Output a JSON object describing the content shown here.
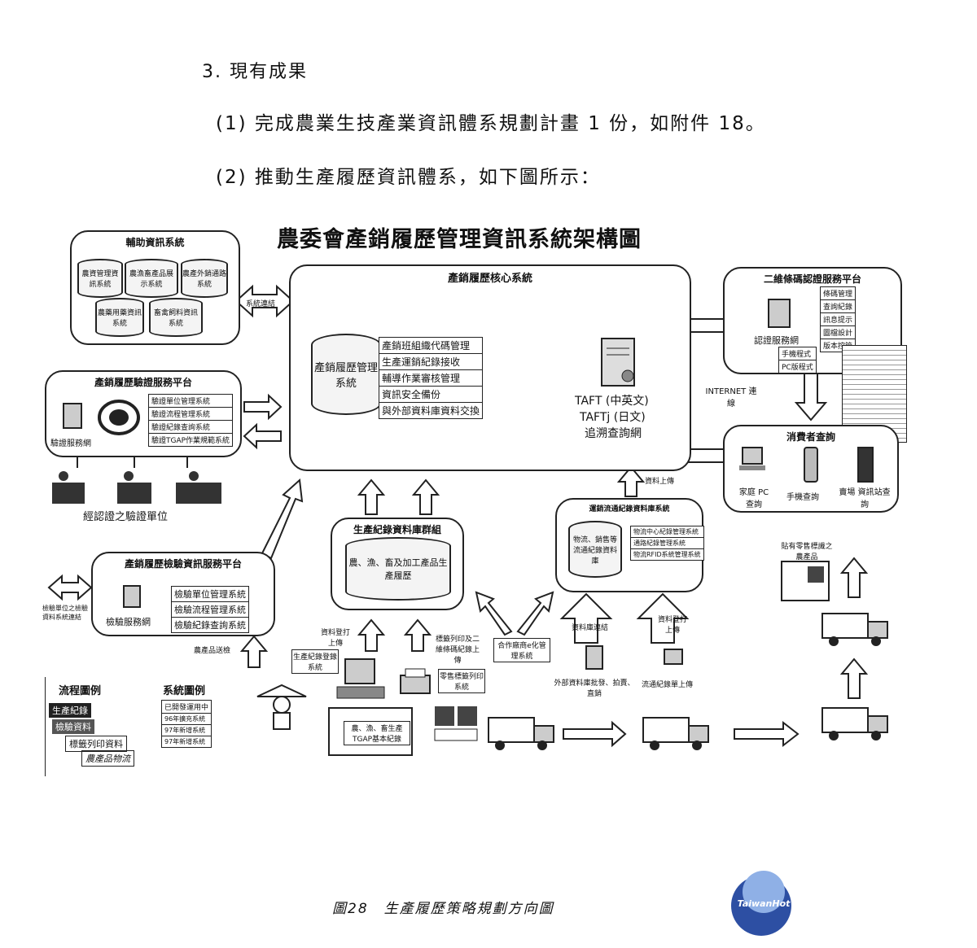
{
  "text": {
    "heading": "3. 現有成果",
    "item1": "(1) 完成農業生技產業資訊體系規劃計畫 1 份，如附件 18。",
    "item2": "(2) 推動生產履歷資訊體系，如下圖所示："
  },
  "diagram": {
    "title": "農委會產銷履歷管理資訊系統架構圖",
    "aux": {
      "title": "輔助資訊系統",
      "items": [
        "農資管理資訊系統",
        "農漁畜產品展示系統",
        "農產外銷通路系統",
        "農藥用藥資訊系統",
        "畜禽飼料資訊系統"
      ],
      "link": "系統連結"
    },
    "core": {
      "title": "產銷履歷核心系統",
      "db_label": "產銷履歷管理系統",
      "modules": [
        "產銷班組織代碼管理",
        "生產運銷紀錄接收",
        "輔導作業審核管理",
        "資訊安全備份",
        "與外部資料庫資料交換"
      ],
      "taft_en": "TAFT (中英文)",
      "taft_jp": "TAFTj (日文)",
      "trace": "追溯查詢網"
    },
    "cert": {
      "title": "產銷履歷驗證服務平台",
      "modules": [
        "驗證單位管理系統",
        "驗證流程管理系統",
        "驗證紀錄查詢系統",
        "驗證TGAP作業規範系統"
      ],
      "server": "驗證服務網",
      "units": "經認證之驗證單位"
    },
    "inspect": {
      "title": "產銷履歷檢驗資訊服務平台",
      "modules": [
        "檢驗單位管理系統",
        "檢驗流程管理系統",
        "檢驗紀錄查詢系統"
      ],
      "server": "檢驗服務網",
      "left_note": "檢驗單位之檢驗資料系統連結",
      "bottom_note": "農產品送檢"
    },
    "qr": {
      "title": "二維條碼認證服務平台",
      "items": [
        "條碼管理",
        "查詢紀錄",
        "訊息提示",
        "圖檔設計",
        "版本控管"
      ],
      "sub": [
        "手機程式",
        "PC版程式"
      ],
      "server": "認證服務網"
    },
    "internet": "INTERNET 連線",
    "consumer": {
      "title": "消費者查詢",
      "items": [
        "家庭 PC查詢",
        "手機查詢",
        "賣場 資訊站查詢"
      ]
    },
    "prod_db": {
      "title": "生產紀錄資料庫群組",
      "content": "農、漁、畜及加工產品生產履歷"
    },
    "logistics": {
      "title": "運銷流通紀錄資料庫系統",
      "db": "物流、銷售等流通紀錄資料庫",
      "modules": [
        "物流中心紀錄管理系統",
        "通路紀錄管理系統",
        "物流RFID系統管理系統"
      ],
      "upload": "資料上傳"
    },
    "flows": {
      "data_upload": "資料登打上傳",
      "label_print": "標籤列印及二維條碼紀錄上傳",
      "coop": "合作廠商e化管理系統",
      "data_exchange": "資料庫連結",
      "data_entry": "資料登打上傳",
      "ext_db": "外部資料庫批發、拍賣、直銷",
      "flow_upload": "流通紀錄單上傳",
      "prod_entry": "生產紀錄登錄系統",
      "label_sys": "零售標籤列印系統",
      "tgap": "農、漁、畜生產TGAP基本紀錄",
      "labeled_goods": "貼有零售標識之農產品"
    },
    "legend": {
      "flow_title": "流程圖例",
      "flow_items": [
        "生產紀錄",
        "檢驗資料",
        "標籤列印資料",
        "農產品物流"
      ],
      "sys_title": "系統圖例",
      "sys_items": [
        "已開發運用中",
        "96年擴充系統",
        "97年新增系統",
        "97年新增系統"
      ]
    }
  },
  "caption": "圖28　生產履歷策略規劃方向圖",
  "watermark": "TaiwanHot"
}
